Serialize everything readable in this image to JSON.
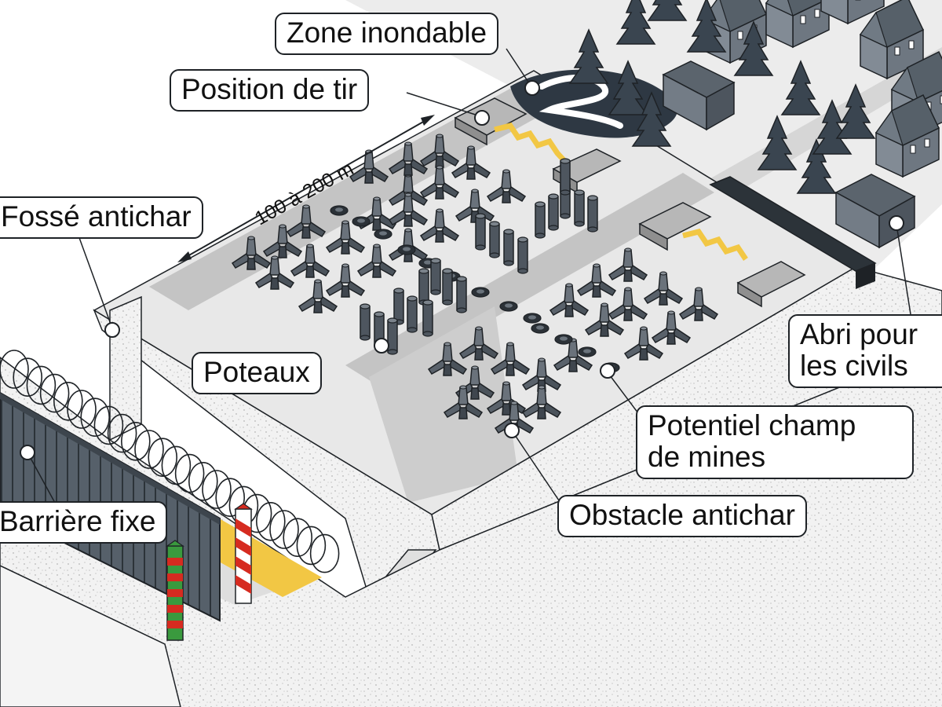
{
  "labels": {
    "zone_inondable": "Zone inondable",
    "position_de_tir": "Position de tir",
    "fosse_antichar": "Fossé antichar",
    "poteaux": "Poteaux",
    "abri_line1": "Abri pour",
    "abri_line2": "les civils",
    "mines_line1": "Potentiel champ",
    "mines_line2": "de mines",
    "obstacle_antichar": "Obstacle antichar",
    "barriere_fixe": "Barrière fixe"
  },
  "dimension": "100 à 200 m",
  "colors": {
    "ground": "#ebebeb",
    "ground_dark": "#d4d4d4",
    "road": "#c2c2c2",
    "speckle_face": "#f1f1f1",
    "tank_obstacle": "#5e6670",
    "tank_obstacle_dark": "#3c434b",
    "tree": "#3a4550",
    "house": "#6e7781",
    "house_roof": "#566069",
    "bunker": "#a7a7a7",
    "yellow": "#f2c744",
    "border_red": "#d62b20",
    "border_green": "#3a9a3e",
    "outline": "#1e2226"
  }
}
